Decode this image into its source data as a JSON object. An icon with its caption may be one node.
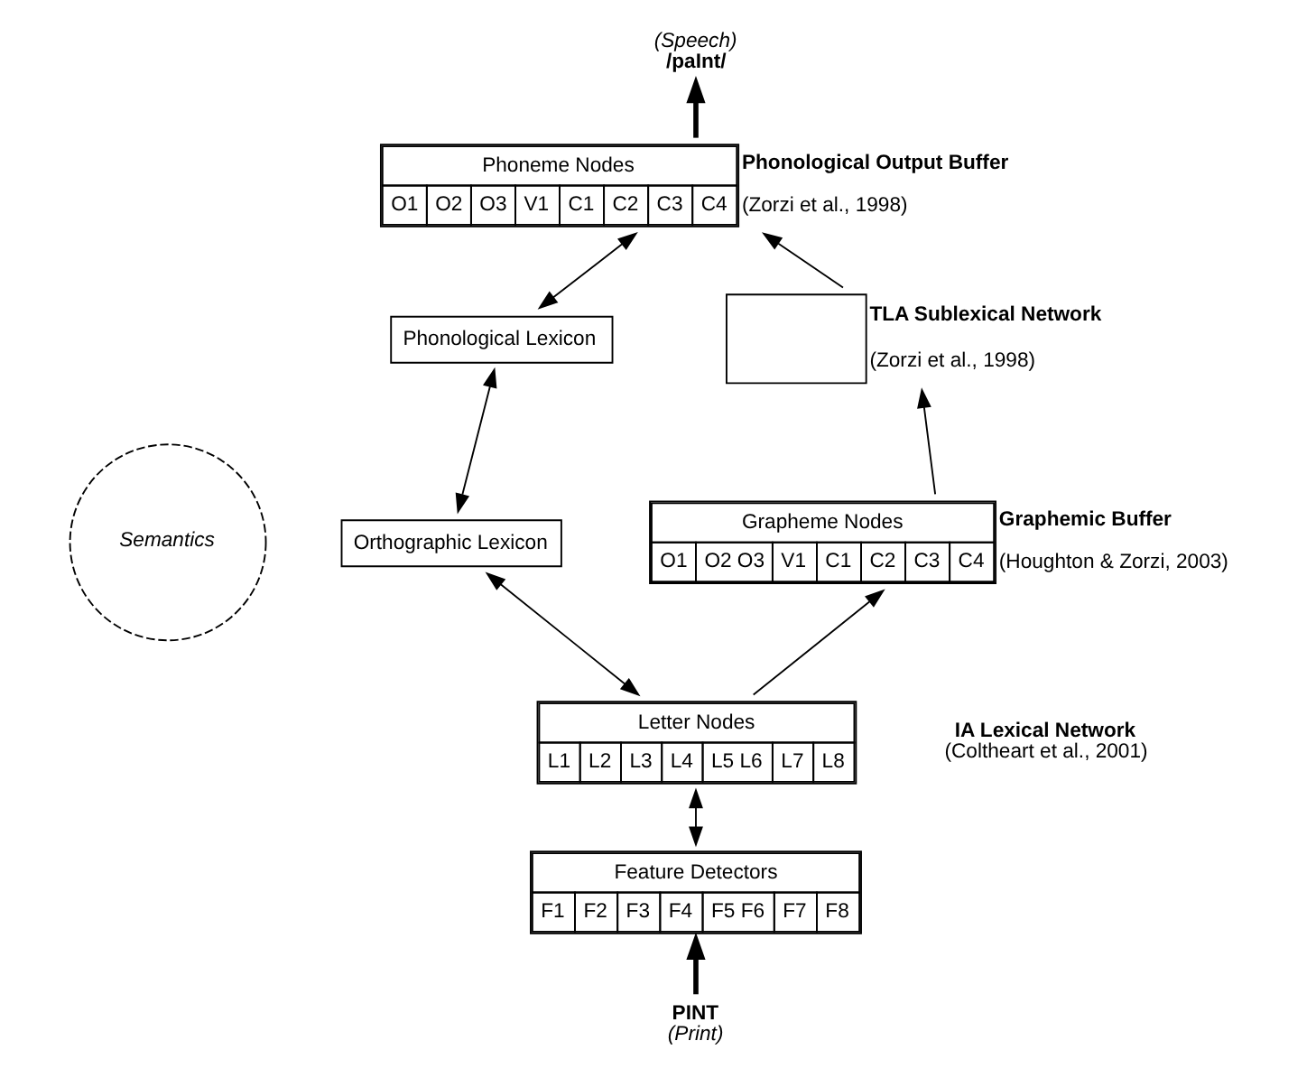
{
  "diagram": {
    "nodes": [
      {
        "text": [
          "(Speech)",
          "/paInt/"
        ]
      },
      {
        "text": [
          "Phoneme Nodes",
          "O1",
          "O2",
          "O3",
          "V1",
          "C1",
          "C2",
          "C3",
          "C4"
        ],
        "beside": [
          "Phonological Output Buffer",
          "(Zorzi et al., 1998)"
        ]
      },
      {
        "text": [
          "Semantics"
        ]
      },
      {
        "text": [
          "Phonological Lexicon"
        ]
      },
      {
        "text": [
          "Orthographic Lexicon"
        ]
      },
      {
        "text": [],
        "shape": "box",
        "beside": [
          "TLA Sublexical Network",
          "(Zorzi et al., 1998)"
        ]
      },
      {
        "text": [
          "Grapheme Nodes",
          "O1",
          "O2 O3",
          "V1",
          "C1",
          "C2",
          "C3",
          "C4"
        ],
        "beside": [
          "Graphemic Buffer",
          "(Houghton & Zorzi, 2003)"
        ]
      },
      {
        "text": [
          "Letter Nodes",
          "L1",
          "L2",
          "L3",
          "L4",
          "L5 L6",
          "L7",
          "L8"
        ]
      },
      {
        "text": [
          "Feature Detectors",
          "F1",
          "F2",
          "F3",
          "F4",
          "F5 F6",
          "F7",
          "F8"
        ]
      },
      {
        "text": [
          "PINT",
          "(Print)"
        ]
      }
    ],
    "edges": [
      {
        "from": 1,
        "to": 0,
        "arrow": "to",
        "style": "thick"
      },
      {
        "from": 3,
        "to": 1,
        "arrow": "both"
      },
      {
        "from": 5,
        "to": 1,
        "arrow": "to"
      },
      {
        "from": 4,
        "to": 3,
        "arrow": "both"
      },
      {
        "from": 6,
        "to": 5,
        "arrow": "to"
      },
      {
        "from": 7,
        "to": 4,
        "arrow": "both"
      },
      {
        "from": 7,
        "to": 6,
        "arrow": "to"
      },
      {
        "from": 8,
        "to": 7,
        "arrow": "both"
      },
      {
        "from": 9,
        "to": 8,
        "arrow": "to",
        "style": "thick"
      }
    ],
    "labels": [
      "IA Lexical Network",
      "(Coltheart et al., 2001)"
    ]
  }
}
